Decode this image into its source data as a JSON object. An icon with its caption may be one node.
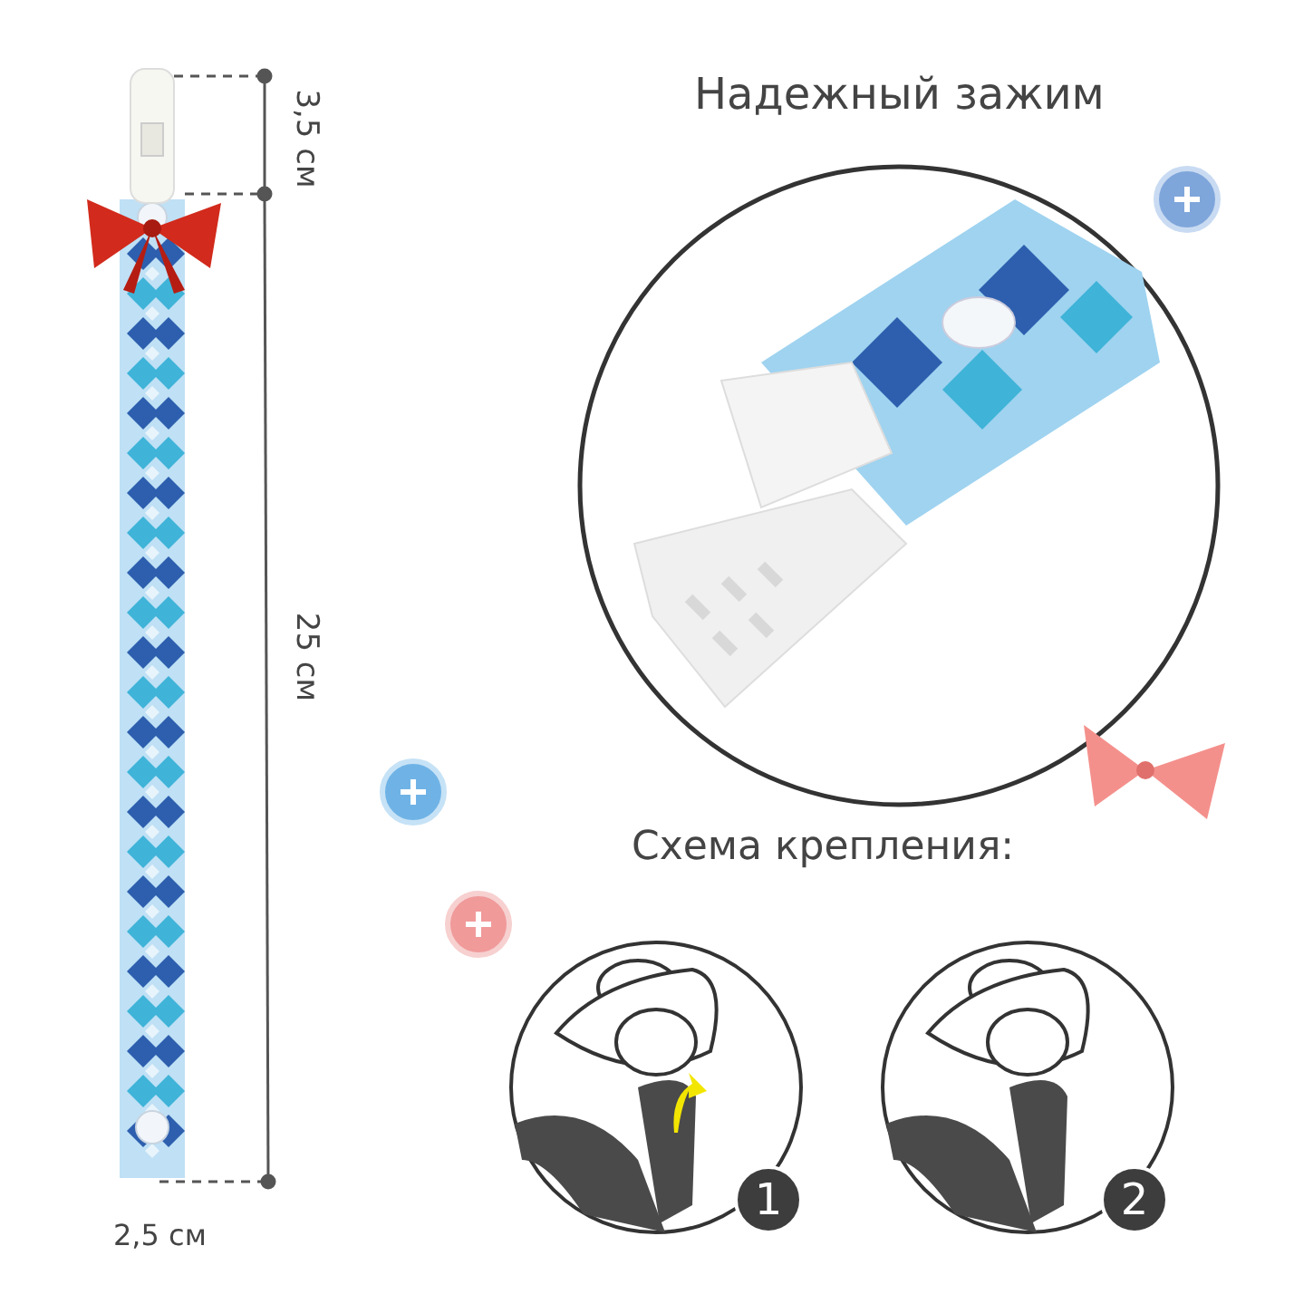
{
  "diagram": {
    "labels": [
      "Надежный зажим",
      "3,5 см",
      "25 см",
      "Схема крепления:",
      "1",
      "2",
      "2,5 см"
    ]
  }
}
